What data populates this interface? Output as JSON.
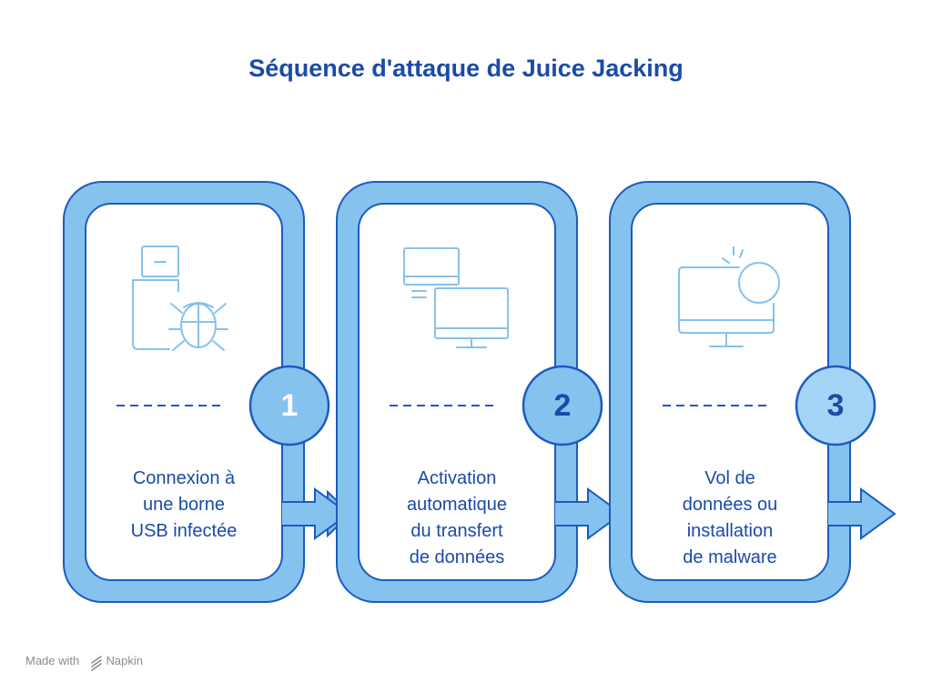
{
  "title": "Séquence d'attaque de Juice Jacking",
  "colors": {
    "title": "#1a4ba8",
    "band_fill": "#86c2ee",
    "band_stroke": "#1b5bbf",
    "icon_stroke": "#86c2ee",
    "badge_3_fill": "#a5d5f6"
  },
  "steps": [
    {
      "number": "1",
      "lines": [
        "Connexion à",
        "une borne",
        "USB infectée"
      ],
      "icon": "usb-bug-icon",
      "number_color": "#ffffff"
    },
    {
      "number": "2",
      "lines": [
        "Activation",
        "automatique",
        "du transfert",
        "de données"
      ],
      "icon": "monitors-transfer-icon",
      "number_color": "#1a4ba8"
    },
    {
      "number": "3",
      "lines": [
        "Vol de",
        "données ou",
        "installation",
        "de malware"
      ],
      "icon": "monitor-alert-icon",
      "number_color": "#1a4ba8"
    }
  ],
  "watermark": {
    "prefix": "Made with",
    "brand": "Napkin",
    "icon": "napkin-logo-icon"
  }
}
